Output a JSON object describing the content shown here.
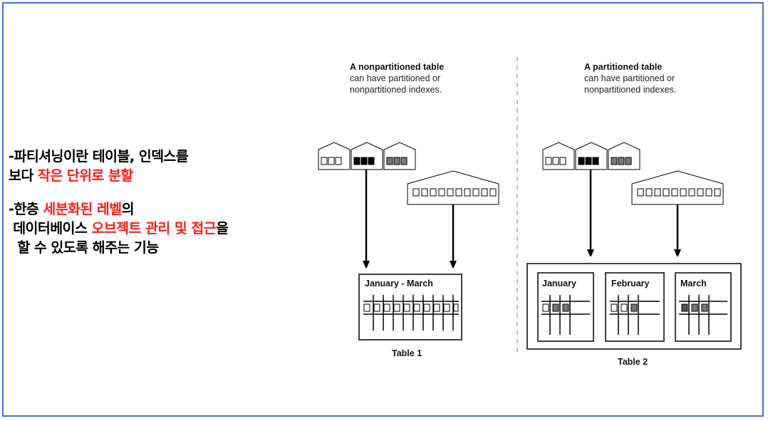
{
  "text": {
    "l1": "-파티셔닝이란 테이블, 인덱스를",
    "l2a": "보다 ",
    "l2b": "작은 단위로 분할",
    "l3a": "-한층 ",
    "l3b": "세분화된 레벨",
    "l3c": "의",
    "l4a": " 데이터베이스 ",
    "l4b": "오브젝트 관리 및 접근",
    "l4c": "을",
    "l5": "  할 수 있도록 해주는 기능"
  },
  "left": {
    "title": "A nonpartitioned table",
    "sub1": "can have partitioned or",
    "sub2": "nonpartitioned indexes.",
    "partition": "January - March",
    "caption": "Table 1"
  },
  "right": {
    "title": "A partitioned table",
    "sub1": "can have partitioned or",
    "sub2": "nonpartitioned indexes.",
    "p1": "January",
    "p2": "February",
    "p3": "March",
    "caption": "Table 2"
  },
  "colors": {
    "border": "#4472c4",
    "highlight": "#ff1a1a"
  }
}
